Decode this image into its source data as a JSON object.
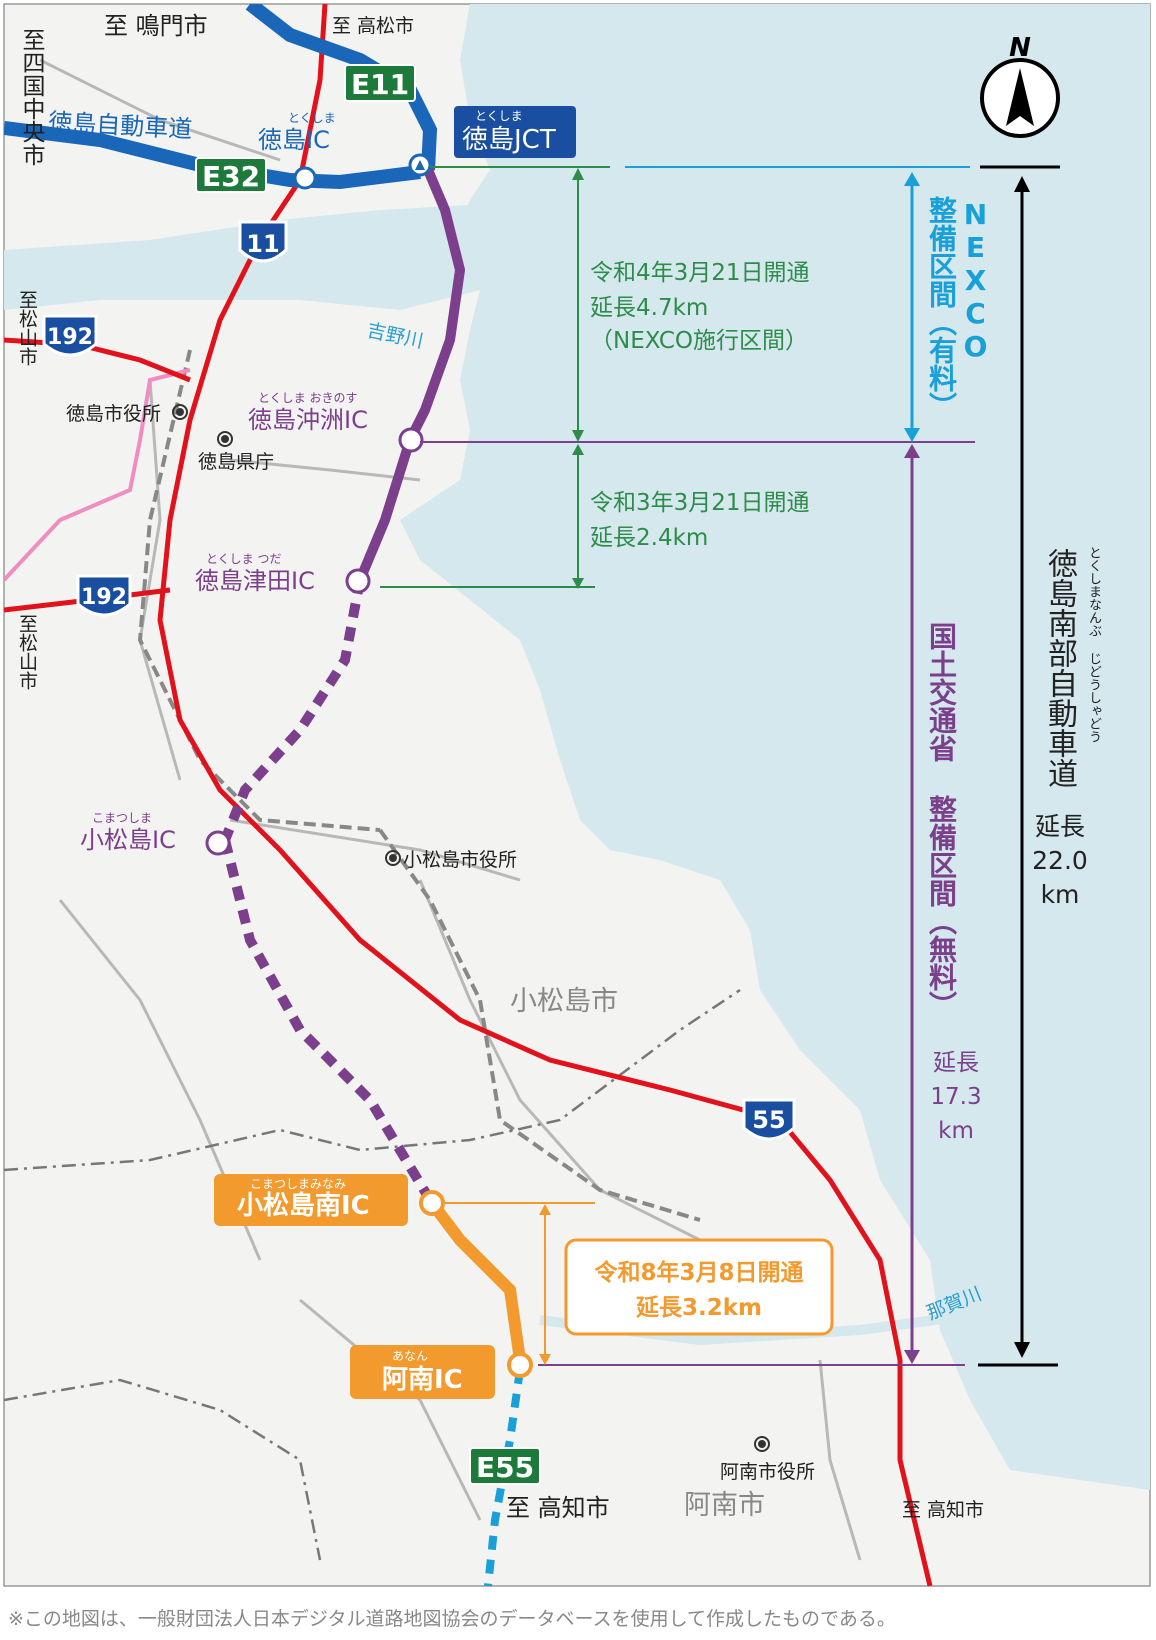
{
  "directions": {
    "naruto": "至 鳴門市",
    "takamatsu": "至 高松市",
    "shikoku_chuo": "至四国中央市",
    "matsuyama_1": "至松山市",
    "matsuyama_2": "至松山市",
    "kochi_left": "至 高知市",
    "kochi_right": "至 高知市"
  },
  "routes": {
    "tokushima_expressway": "徳島自動車道",
    "e11": "E11",
    "e32": "E32",
    "e55": "E55",
    "r11": "11",
    "r192a": "192",
    "r192b": "192",
    "r55": "55"
  },
  "places": {
    "tokushima_ic": "徳島IC",
    "tokushima_ic_ruby": "とくしま",
    "tokushima_jct": "徳島JCT",
    "tokushima_jct_ruby": "とくしま",
    "okinosu_ic": "徳島沖洲IC",
    "okinosu_ic_ruby": "とくしま おきのす",
    "tsuda_ic": "徳島津田IC",
    "tsuda_ic_ruby": "とくしま つだ",
    "komatsushima_ic": "小松島IC",
    "komatsushima_ic_ruby": "こまつしま",
    "komatsushima_minami_ic": "小松島南IC",
    "komatsushima_minami_ic_ruby": "こまつしまみなみ",
    "anan_ic": "阿南IC",
    "anan_ic_ruby": "あなん",
    "tokushima_city_office": "徳島市役所",
    "tokushima_pref_office": "徳島県庁",
    "komatsushima_city_office": "小松島市役所",
    "anan_city_office": "阿南市役所",
    "komatsushima_city": "小松島市",
    "anan_city": "阿南市",
    "yoshino_river": "吉野川",
    "naka_river": "那賀川"
  },
  "sections": {
    "s1_line1": "令和4年3月21日開通",
    "s1_line2": "延長4.7km",
    "s1_line3": "（NEXCO施行区間）",
    "s2_line1": "令和3年3月21日開通",
    "s2_line2": "延長2.4km",
    "s3_line1": "令和8年3月8日開通",
    "s3_line2": "延長3.2km"
  },
  "sidebar": {
    "nexco_latin": "NEXCO",
    "nexco_jp": "整備区間（有料）",
    "mlit": "国土交通省 整備区間（無料）",
    "mlit_length_label": "延長",
    "mlit_length_value": "17.3",
    "mlit_length_unit": "km",
    "expressway_name": "徳島南部自動車道",
    "expressway_ruby": "とくしまなんぶ じどうしゃどう",
    "total_length_label": "延長",
    "total_length_value": "22.0",
    "total_length_unit": "km"
  },
  "compass": {
    "north": "N"
  },
  "footnote": "※この地図は、一般財団法人日本デジタル道路地図協会のデータベースを使用して作成したものである。",
  "colors": {
    "sea": "#d4e8ee",
    "land": "#f2f2f2",
    "expressway_blue": "#1a66b8",
    "purple": "#7b3f8c",
    "orange": "#f39a2e",
    "national_red": "#e2121c",
    "green": "#2d8c4a",
    "cyan": "#1aa0d8",
    "route_green": "#1e7a3a"
  }
}
